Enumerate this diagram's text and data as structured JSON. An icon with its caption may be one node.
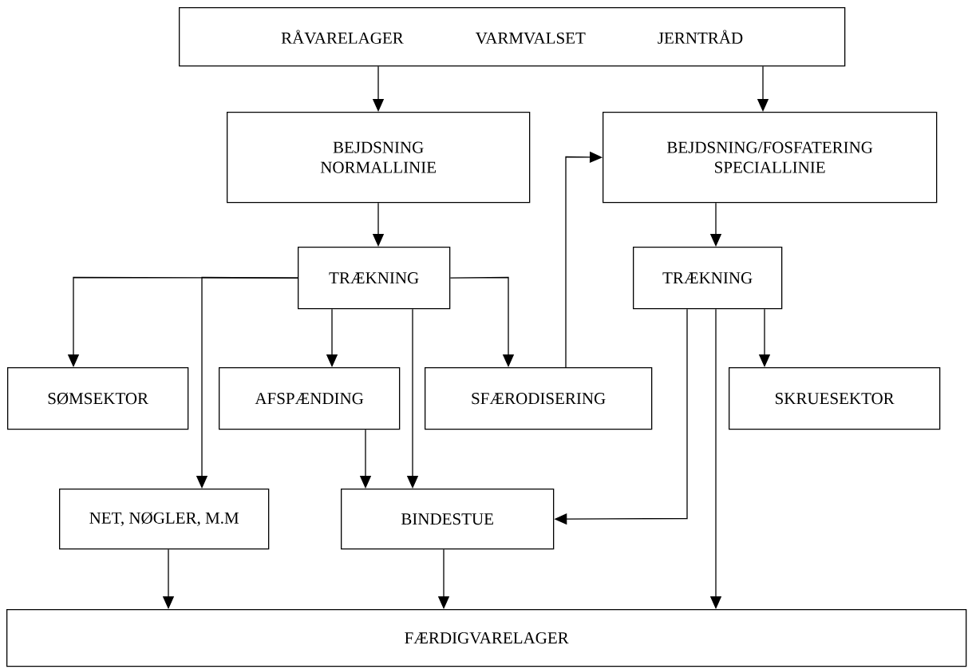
{
  "diagram": {
    "nodes": [
      {
        "text": [
          "RÅVARELAGER VARMVALSET JERNTRÅD"
        ]
      },
      {
        "text": [
          "BEJDSNING NORMALLINIE"
        ]
      },
      {
        "text": [
          "BEJDSNING/FOSFATERING SPECIALLINIE"
        ]
      },
      {
        "text": [
          "TRÆKNING"
        ]
      },
      {
        "text": [
          "TRÆKNING"
        ]
      },
      {
        "text": [
          "SØMSEKTOR"
        ]
      },
      {
        "text": [
          "AFSPÆNDING"
        ]
      },
      {
        "text": [
          "SFÆRODISERING"
        ]
      },
      {
        "text": [
          "SKRUESEKTOR"
        ]
      },
      {
        "text": [
          "NET, NØGLER, M.M"
        ]
      },
      {
        "text": [
          "BINDESTUE"
        ]
      },
      {
        "text": [
          "FÆRDIGVARELAGER"
        ]
      }
    ],
    "edges": [
      {
        "from": 0,
        "to": 1,
        "arrow": "to"
      },
      {
        "from": 0,
        "to": 2,
        "arrow": "to"
      },
      {
        "from": 1,
        "to": 3,
        "arrow": "to"
      },
      {
        "from": 2,
        "to": 4,
        "arrow": "to"
      },
      {
        "from": 3,
        "to": 5,
        "arrow": "to"
      },
      {
        "from": 3,
        "to": 9,
        "arrow": "to"
      },
      {
        "from": 3,
        "to": 6,
        "arrow": "to"
      },
      {
        "from": 3,
        "to": 10,
        "arrow": "to"
      },
      {
        "from": 3,
        "to": 7,
        "arrow": "to"
      },
      {
        "from": 7,
        "to": 2,
        "arrow": "to"
      },
      {
        "from": 4,
        "to": 10,
        "arrow": "to"
      },
      {
        "from": 4,
        "to": 11,
        "arrow": "to"
      },
      {
        "from": 4,
        "to": 8,
        "arrow": "to"
      },
      {
        "from": 6,
        "to": 10,
        "arrow": "to"
      },
      {
        "from": 9,
        "to": 11,
        "arrow": "to"
      },
      {
        "from": 10,
        "to": 11,
        "arrow": "to"
      }
    ]
  }
}
